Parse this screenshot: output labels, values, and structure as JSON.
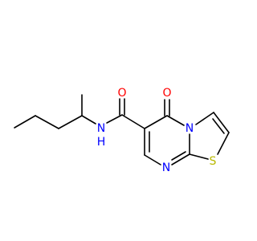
{
  "structure": {
    "atoms": {
      "O_carbonyl": {
        "label": "O",
        "color": "#ff0000"
      },
      "O_amide": {
        "label": "O",
        "color": "#ff0000"
      },
      "N_amide": {
        "label": "N",
        "sub": "H",
        "color": "#0000ff"
      },
      "N_ring1": {
        "label": "N",
        "color": "#0000ff"
      },
      "N_ring2": {
        "label": "N",
        "color": "#0000ff"
      },
      "S_ring": {
        "label": "S",
        "color": "#b8b800"
      }
    },
    "bond_color": "#000000"
  }
}
